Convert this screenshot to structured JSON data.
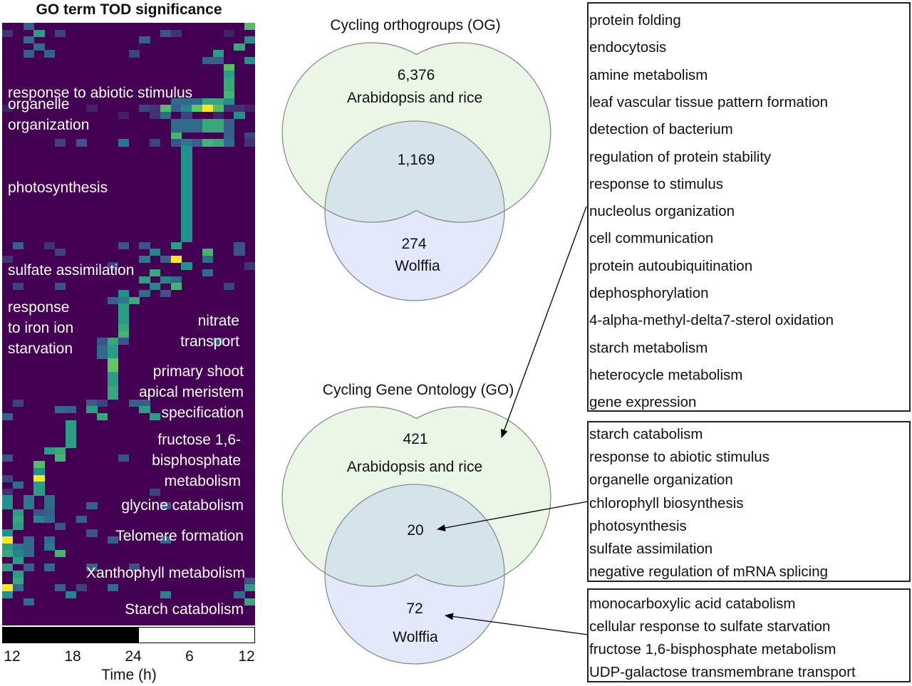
{
  "heatmap": {
    "title": "GO term TOD significance",
    "xlabel": "Time (h)",
    "x_ticks": [
      "12",
      "18",
      "24",
      "6",
      "12"
    ],
    "light_dark_bar": {
      "dark_fraction": 0.54,
      "dark_color": "#000000",
      "light_color": "#ffffff"
    },
    "colormap": [
      "#440154",
      "#3b528b",
      "#21918c",
      "#5ec962",
      "#fde725"
    ],
    "labels": [
      {
        "text": "response to abiotic stimulus"
      },
      {
        "text": "organelle\norganization"
      },
      {
        "text": "photosynthesis"
      },
      {
        "text": "sulfate assimilation"
      },
      {
        "text": "response\nto iron ion\nstarvation"
      },
      {
        "text": "nitrate\ntransport"
      },
      {
        "text": "primary shoot\napical meristem\nspecification"
      },
      {
        "text": "fructose 1,6-\nbisphosphate\nmetabolism"
      },
      {
        "text": "glycine catabolism"
      },
      {
        "text": "Telomere formation"
      },
      {
        "text": "Xanthophyll metabolism"
      },
      {
        "text": "Starch catabolism"
      }
    ]
  },
  "chart_data": {
    "type": "heatmap",
    "title": "GO term TOD significance",
    "xlabel": "Time (h)",
    "x_tick_labels": [
      "12",
      "18",
      "24",
      "6",
      "12"
    ],
    "n_columns": 24,
    "n_rows": 88,
    "value_range": [
      0,
      1
    ],
    "background_value": 0,
    "cells": [
      [
        0,
        2,
        0.3
      ],
      [
        0,
        23,
        0.7
      ],
      [
        1,
        0,
        0.15
      ],
      [
        1,
        3,
        0.55
      ],
      [
        1,
        5,
        0.2
      ],
      [
        1,
        15,
        0.25
      ],
      [
        1,
        16,
        0.15
      ],
      [
        1,
        21,
        0.1
      ],
      [
        2,
        2,
        0.35
      ],
      [
        2,
        13,
        0.3
      ],
      [
        2,
        23,
        0.5
      ],
      [
        3,
        3,
        0.35
      ],
      [
        3,
        22,
        0.6
      ],
      [
        4,
        2,
        0.3
      ],
      [
        4,
        4,
        0.3
      ],
      [
        4,
        12,
        0.2
      ],
      [
        4,
        20,
        0.55
      ],
      [
        5,
        19,
        0.3
      ],
      [
        5,
        20,
        0.3
      ],
      [
        5,
        23,
        0.5
      ],
      [
        6,
        21,
        0.7
      ],
      [
        7,
        21,
        0.55
      ],
      [
        8,
        21,
        0.6
      ],
      [
        9,
        21,
        0.6
      ],
      [
        10,
        21,
        0.65
      ],
      [
        11,
        16,
        0.35
      ],
      [
        11,
        17,
        0.35
      ],
      [
        11,
        18,
        0.35
      ],
      [
        11,
        19,
        0.6
      ],
      [
        11,
        20,
        0.6
      ],
      [
        11,
        21,
        0.5
      ],
      [
        12,
        0,
        0.1
      ],
      [
        12,
        8,
        0.1
      ],
      [
        12,
        13,
        0.2
      ],
      [
        12,
        14,
        0.15
      ],
      [
        12,
        15,
        0.7
      ],
      [
        12,
        16,
        0.3
      ],
      [
        12,
        17,
        0.45
      ],
      [
        12,
        18,
        0.75
      ],
      [
        12,
        19,
        1.0
      ],
      [
        12,
        20,
        0.7
      ],
      [
        12,
        21,
        0.15
      ],
      [
        12,
        22,
        0.15
      ],
      [
        12,
        23,
        0.1
      ],
      [
        13,
        11,
        0.1
      ],
      [
        13,
        14,
        0.15
      ],
      [
        13,
        15,
        0.35
      ],
      [
        13,
        17,
        0.2
      ],
      [
        13,
        20,
        0.1
      ],
      [
        13,
        22,
        0.5
      ],
      [
        14,
        16,
        0.35
      ],
      [
        14,
        17,
        0.35
      ],
      [
        14,
        18,
        0.35
      ],
      [
        14,
        19,
        0.6
      ],
      [
        14,
        20,
        0.6
      ],
      [
        14,
        21,
        0.3
      ],
      [
        15,
        16,
        0.35
      ],
      [
        15,
        17,
        0.35
      ],
      [
        15,
        18,
        0.35
      ],
      [
        15,
        19,
        0.6
      ],
      [
        15,
        20,
        0.6
      ],
      [
        15,
        21,
        0.3
      ],
      [
        16,
        16,
        0.65
      ],
      [
        16,
        21,
        0.3
      ],
      [
        16,
        23,
        0.2
      ],
      [
        17,
        5,
        0.2
      ],
      [
        17,
        7,
        0.25
      ],
      [
        17,
        11,
        0.4
      ],
      [
        17,
        14,
        0.2
      ],
      [
        17,
        16,
        0.25
      ],
      [
        17,
        17,
        0.4
      ],
      [
        17,
        18,
        0.3
      ],
      [
        17,
        19,
        0.65
      ],
      [
        17,
        20,
        0.6
      ],
      [
        17,
        21,
        0.35
      ],
      [
        17,
        23,
        0.15
      ],
      [
        18,
        17,
        0.5
      ],
      [
        19,
        17,
        0.5
      ],
      [
        20,
        17,
        0.5
      ],
      [
        21,
        17,
        0.5
      ],
      [
        22,
        17,
        0.5
      ],
      [
        23,
        17,
        0.5
      ],
      [
        24,
        17,
        0.5
      ],
      [
        25,
        17,
        0.5
      ],
      [
        26,
        17,
        0.5
      ],
      [
        27,
        17,
        0.5
      ],
      [
        28,
        17,
        0.5
      ],
      [
        29,
        17,
        0.5
      ],
      [
        30,
        17,
        0.5
      ],
      [
        31,
        17,
        0.5
      ],
      [
        32,
        1,
        0.3
      ],
      [
        32,
        4,
        0.15
      ],
      [
        32,
        11,
        0.25
      ],
      [
        32,
        13,
        0.25
      ],
      [
        32,
        16,
        0.55
      ],
      [
        32,
        22,
        0.25
      ],
      [
        33,
        5,
        0.2
      ],
      [
        33,
        14,
        0.45
      ],
      [
        33,
        19,
        0.65
      ],
      [
        33,
        22,
        0.25
      ],
      [
        34,
        0,
        0.15
      ],
      [
        34,
        13,
        0.4
      ],
      [
        34,
        15,
        0.3
      ],
      [
        34,
        16,
        1.0
      ],
      [
        34,
        19,
        0.35
      ],
      [
        35,
        10,
        0.2
      ],
      [
        35,
        17,
        0.5
      ],
      [
        35,
        23,
        0.15
      ],
      [
        36,
        14,
        0.6
      ],
      [
        36,
        19,
        0.35
      ],
      [
        37,
        13,
        0.55
      ],
      [
        37,
        15,
        0.45
      ],
      [
        37,
        16,
        0.35
      ],
      [
        38,
        1,
        0.2
      ],
      [
        38,
        5,
        0.25
      ],
      [
        38,
        14,
        0.45
      ],
      [
        38,
        16,
        0.65
      ],
      [
        38,
        21,
        0.2
      ],
      [
        39,
        11,
        0.5
      ],
      [
        39,
        13,
        0.35
      ],
      [
        39,
        15,
        0.25
      ],
      [
        40,
        10,
        0.3
      ],
      [
        40,
        11,
        0.4
      ],
      [
        40,
        12,
        0.6
      ],
      [
        41,
        11,
        0.55
      ],
      [
        42,
        11,
        0.55
      ],
      [
        43,
        11,
        0.55
      ],
      [
        44,
        11,
        0.6
      ],
      [
        45,
        11,
        0.65
      ],
      [
        46,
        9,
        0.25
      ],
      [
        46,
        10,
        0.6
      ],
      [
        46,
        11,
        0.25
      ],
      [
        46,
        20,
        0.25
      ],
      [
        47,
        9,
        0.35
      ],
      [
        47,
        10,
        0.55
      ],
      [
        48,
        9,
        0.35
      ],
      [
        48,
        10,
        0.55
      ],
      [
        49,
        10,
        0.75
      ],
      [
        50,
        10,
        0.75
      ],
      [
        51,
        10,
        0.55
      ],
      [
        52,
        10,
        0.55
      ],
      [
        53,
        10,
        0.6
      ],
      [
        54,
        10,
        0.6
      ],
      [
        55,
        1,
        0.2
      ],
      [
        55,
        8,
        0.3
      ],
      [
        55,
        9,
        0.2
      ],
      [
        55,
        12,
        0.3
      ],
      [
        55,
        13,
        0.3
      ],
      [
        56,
        5,
        0.35
      ],
      [
        56,
        6,
        0.3
      ],
      [
        56,
        8,
        0.55
      ],
      [
        56,
        13,
        0.55
      ],
      [
        57,
        0,
        0.3
      ],
      [
        57,
        9,
        0.6
      ],
      [
        57,
        14,
        0.55
      ],
      [
        58,
        6,
        0.55
      ],
      [
        59,
        6,
        0.55
      ],
      [
        60,
        6,
        0.55
      ],
      [
        61,
        6,
        0.55
      ],
      [
        62,
        4,
        0.55
      ],
      [
        62,
        5,
        0.6
      ],
      [
        63,
        0,
        0.25
      ],
      [
        63,
        5,
        0.65
      ],
      [
        63,
        11,
        0.25
      ],
      [
        64,
        3,
        0.7
      ],
      [
        65,
        3,
        0.5
      ],
      [
        66,
        0,
        0.2
      ],
      [
        66,
        3,
        1.0
      ],
      [
        67,
        1,
        0.35
      ],
      [
        67,
        3,
        0.55
      ],
      [
        68,
        0,
        0.15
      ],
      [
        68,
        3,
        0.55
      ],
      [
        68,
        14,
        0.2
      ],
      [
        69,
        0,
        0.5
      ],
      [
        69,
        2,
        0.4
      ],
      [
        69,
        4,
        0.35
      ],
      [
        70,
        0,
        0.5
      ],
      [
        70,
        2,
        0.4
      ],
      [
        70,
        4,
        0.35
      ],
      [
        70,
        8,
        0.3
      ],
      [
        70,
        15,
        0.25
      ],
      [
        71,
        1,
        0.55
      ],
      [
        71,
        3,
        0.25
      ],
      [
        71,
        4,
        0.3
      ],
      [
        72,
        1,
        0.6
      ],
      [
        72,
        3,
        0.45
      ],
      [
        72,
        4,
        0.35
      ],
      [
        72,
        7,
        0.3
      ],
      [
        73,
        1,
        0.55
      ],
      [
        73,
        5,
        0.25
      ],
      [
        74,
        0,
        0.5
      ],
      [
        74,
        8,
        0.25
      ],
      [
        75,
        0,
        1.0
      ],
      [
        75,
        2,
        0.35
      ],
      [
        75,
        4,
        0.35
      ],
      [
        75,
        10,
        0.3
      ],
      [
        75,
        15,
        0.35
      ],
      [
        76,
        0,
        0.55
      ],
      [
        76,
        1,
        0.4
      ],
      [
        76,
        2,
        0.35
      ],
      [
        76,
        4,
        0.4
      ],
      [
        77,
        0,
        0.6
      ],
      [
        77,
        1,
        0.45
      ],
      [
        77,
        2,
        0.35
      ],
      [
        77,
        5,
        0.65
      ],
      [
        78,
        1,
        0.55
      ],
      [
        79,
        0,
        0.55
      ],
      [
        79,
        2,
        0.3
      ],
      [
        79,
        4,
        0.35
      ],
      [
        79,
        8,
        0.3
      ],
      [
        79,
        12,
        0.25
      ],
      [
        80,
        1,
        0.55
      ],
      [
        81,
        1,
        0.6
      ],
      [
        81,
        23,
        0.25
      ],
      [
        82,
        0,
        1.0
      ],
      [
        82,
        1,
        0.35
      ],
      [
        82,
        5,
        0.3
      ],
      [
        82,
        7,
        0.2
      ],
      [
        82,
        10,
        0.35
      ],
      [
        82,
        23,
        0.55
      ],
      [
        83,
        0,
        0.5
      ],
      [
        83,
        6,
        0.45
      ],
      [
        83,
        15,
        0.45
      ],
      [
        83,
        22,
        0.35
      ],
      [
        84,
        2,
        0.35
      ],
      [
        84,
        23,
        0.6
      ]
    ]
  },
  "venn_og": {
    "title": "Cycling orthogroups (OG)",
    "arabidopsis_rice_only": "6,376",
    "arabidopsis_rice_label": "Arabidopsis and rice",
    "shared": "1,169",
    "wolffia_only": "274",
    "wolffia_label": "Wolffia",
    "colors": {
      "green": "#eaf6e6",
      "blue": "#e3e8fa",
      "overlap": "#d4e4ea",
      "outline": "#8c8c8c"
    }
  },
  "venn_go": {
    "title": "Cycling Gene Ontology (GO)",
    "arabidopsis_rice_only": "421",
    "arabidopsis_rice_label": "Arabidopsis and rice",
    "shared": "20",
    "wolffia_only": "72",
    "wolffia_label": "Wolffia"
  },
  "go_lists": {
    "arabidopsis_rice_only": [
      "protein folding",
      "endocytosis",
      "amine metabolism",
      "leaf vascular tissue pattern formation",
      "detection of bacterium",
      "regulation of protein stability",
      "response to stimulus",
      "nucleolus organization",
      "cell communication",
      "protein autoubiquitination",
      "dephosphorylation",
      "4-alpha-methyl-delta7-sterol oxidation",
      "starch metabolism",
      "heterocycle metabolism",
      "gene expression"
    ],
    "shared": [
      "starch catabolism",
      "response to abiotic stimulus",
      "organelle organization",
      "chlorophyll biosynthesis",
      "photosynthesis",
      "sulfate assimilation",
      "negative regulation of mRNA splicing"
    ],
    "wolffia_only": [
      "monocarboxylic acid catabolism",
      "cellular response to sulfate starvation",
      "fructose 1,6-bisphosphate metabolism",
      "UDP-galactose transmembrane transport"
    ]
  }
}
